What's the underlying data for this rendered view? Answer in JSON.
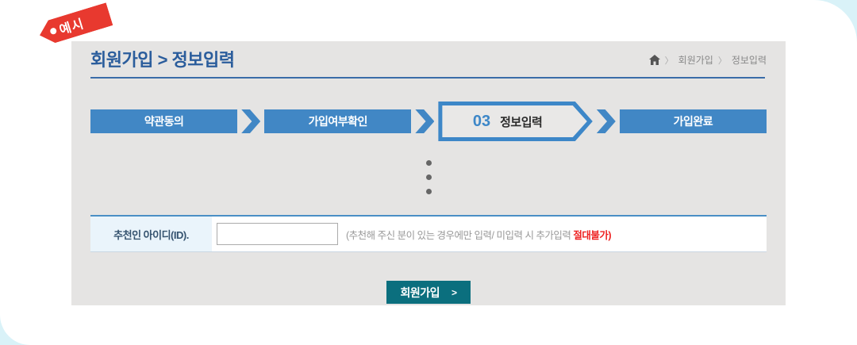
{
  "badge": {
    "label": "예시"
  },
  "header": {
    "title": "회원가입 > 정보입력",
    "breadcrumb": {
      "separator": "〉",
      "items": [
        "회원가입",
        "정보입력"
      ]
    }
  },
  "steps": [
    {
      "label": "약관동의"
    },
    {
      "label": "가입여부확인"
    },
    {
      "number": "03",
      "label": "정보입력",
      "current": true
    },
    {
      "label": "가입완료"
    }
  ],
  "form": {
    "label": "추천인 아이디(ID).",
    "input_value": "",
    "hint_prefix": "(추천해 주신 분이 있는 경우에만 입력/ 미입력 시 추가입력 ",
    "hint_emphasis": "절대불가)"
  },
  "submit": {
    "label": "회원가입",
    "arrow": ">"
  },
  "colors": {
    "step_blue": "#4187c5",
    "title_blue": "#2b5d9c",
    "button_teal": "#0b6f7e",
    "badge_red": "#e8392f",
    "alert_red": "#ee2222",
    "label_cell_bg": "#eaf4fb",
    "card_gray": "#e5e4e3",
    "corner_cyan": "#d9f2f8"
  }
}
